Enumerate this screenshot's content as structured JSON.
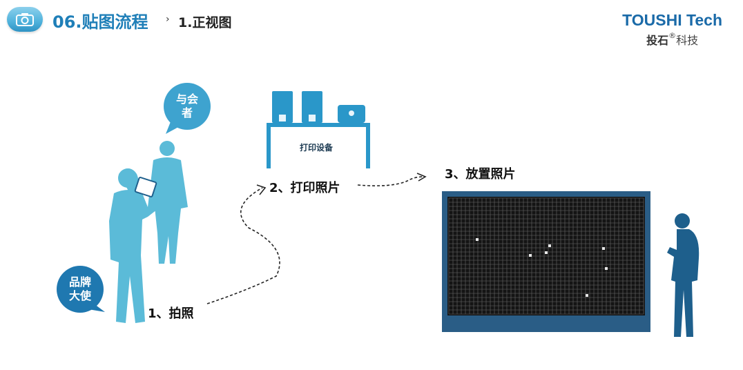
{
  "header": {
    "title": "06.贴图流程",
    "separator": "›",
    "subtitle": "1.正视图"
  },
  "brand": {
    "name": "TOUSHI Tech",
    "cn_bold": "投石",
    "reg": "®",
    "cn_rest": "科技"
  },
  "diagram": {
    "bubble_guest": "与会者",
    "bubble_ambassador": "品牌大使",
    "table_label": "打印设备",
    "step1": "1、拍照",
    "step2": "2、打印照片",
    "step3": "3、放置照片"
  },
  "colors": {
    "accent": "#1f7fb8",
    "figure_light": "#5bbbd8",
    "figure_dark": "#1e5f8c",
    "wall_frame": "#2a5d86",
    "wall_grid": "#1a1a1a"
  }
}
